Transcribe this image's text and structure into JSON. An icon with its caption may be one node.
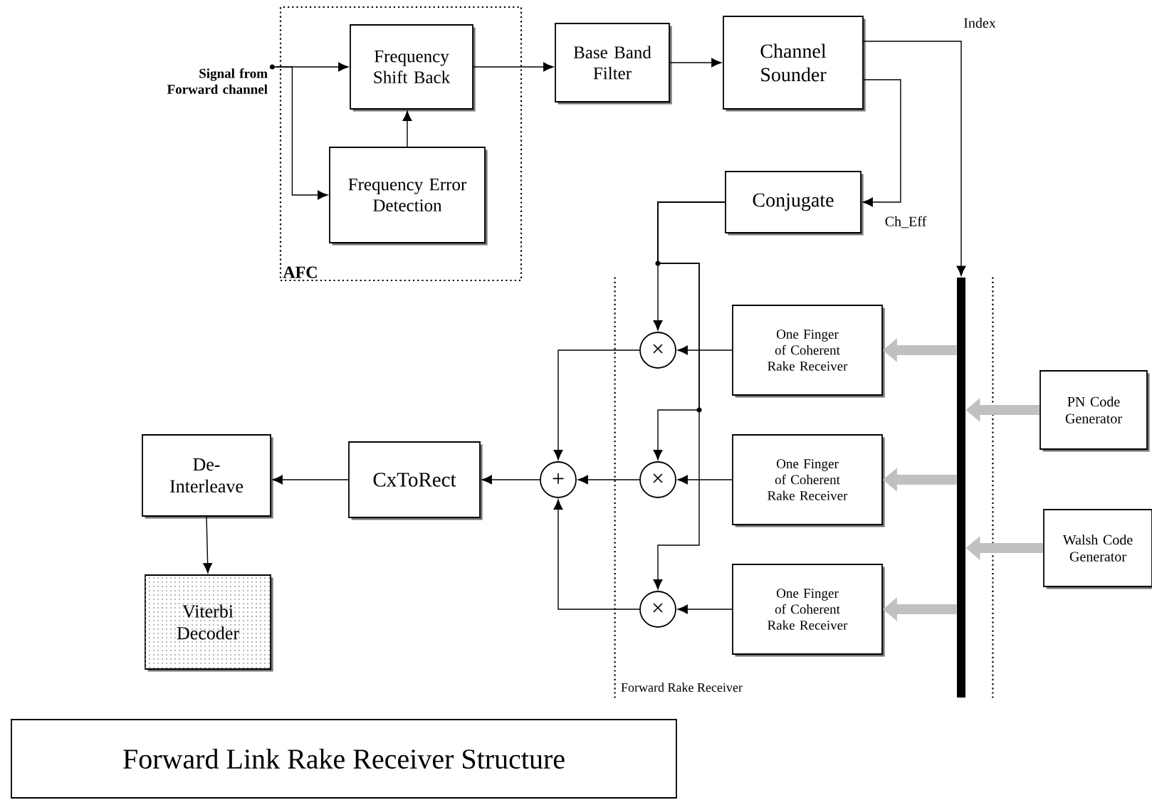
{
  "diagram": {
    "title": "Forward Link Rake Receiver Structure",
    "nodes": [
      {
        "text": [
          "Signal from Forward channel"
        ]
      },
      {
        "text": [
          "AFC"
        ]
      },
      {
        "text": [
          "Frequency Shift Back"
        ],
        "in": 1
      },
      {
        "text": [
          "Frequency Error Detection"
        ],
        "in": 1
      },
      {
        "text": [
          "Base Band Filter"
        ]
      },
      {
        "text": [
          "Channel Sounder"
        ]
      },
      {
        "text": [
          "Conjugate"
        ]
      },
      {
        "text": [
          "Forward Rake Receiver"
        ]
      },
      {
        "text": [
          "One Finger of Coherent Rake Receiver"
        ],
        "in": 7
      },
      {
        "text": [
          "One Finger of Coherent Rake Receiver"
        ],
        "in": 7
      },
      {
        "text": [
          "One Finger of Coherent Rake Receiver"
        ],
        "in": 7
      },
      {
        "text": [
          "×"
        ],
        "in": 7
      },
      {
        "text": [
          "×"
        ],
        "in": 7
      },
      {
        "text": [
          "×"
        ],
        "in": 7
      },
      {
        "text": [
          "+"
        ]
      },
      {
        "text": [
          "CxToRect"
        ]
      },
      {
        "text": [
          "De-Interleave"
        ]
      },
      {
        "text": [
          "Viterbi Decoder"
        ]
      },
      {
        "text": [],
        "shape": "bar",
        "in": 7
      },
      {
        "text": [
          "PN Code Generator"
        ]
      },
      {
        "text": [
          "Walsh Code Generator"
        ]
      }
    ],
    "edges": [
      {
        "from": 0,
        "to": 2,
        "arrow": "to"
      },
      {
        "from": 0,
        "to": 3,
        "arrow": "to"
      },
      {
        "from": 3,
        "to": 2,
        "arrow": "to"
      },
      {
        "from": 2,
        "to": 4,
        "arrow": "to"
      },
      {
        "from": 4,
        "to": 5,
        "arrow": "to"
      },
      {
        "from": 5,
        "to": 18,
        "arrow": "to",
        "label": "Index"
      },
      {
        "from": 5,
        "to": 6,
        "arrow": "to",
        "label": "Ch_Eff"
      },
      {
        "from": 6,
        "to": 11,
        "arrow": "to"
      },
      {
        "from": 6,
        "to": 12,
        "arrow": "to"
      },
      {
        "from": 6,
        "to": 13,
        "arrow": "to"
      },
      {
        "from": 8,
        "to": 11,
        "arrow": "to"
      },
      {
        "from": 9,
        "to": 12,
        "arrow": "to"
      },
      {
        "from": 10,
        "to": 13,
        "arrow": "to"
      },
      {
        "from": 11,
        "to": 14,
        "arrow": "to"
      },
      {
        "from": 12,
        "to": 14,
        "arrow": "to"
      },
      {
        "from": 13,
        "to": 14,
        "arrow": "to"
      },
      {
        "from": 14,
        "to": 15,
        "arrow": "to"
      },
      {
        "from": 15,
        "to": 16,
        "arrow": "to"
      },
      {
        "from": 16,
        "to": 17,
        "arrow": "to"
      },
      {
        "from": 18,
        "to": 8,
        "arrow": "to",
        "style": "thick",
        "color": "#c0c0c0"
      },
      {
        "from": 18,
        "to": 9,
        "arrow": "to",
        "style": "thick",
        "color": "#c0c0c0"
      },
      {
        "from": 18,
        "to": 10,
        "arrow": "to",
        "style": "thick",
        "color": "#c0c0c0"
      },
      {
        "from": 19,
        "to": 18,
        "arrow": "to",
        "style": "thick",
        "color": "#c0c0c0"
      },
      {
        "from": 20,
        "to": 18,
        "arrow": "to",
        "style": "thick",
        "color": "#c0c0c0"
      }
    ]
  }
}
